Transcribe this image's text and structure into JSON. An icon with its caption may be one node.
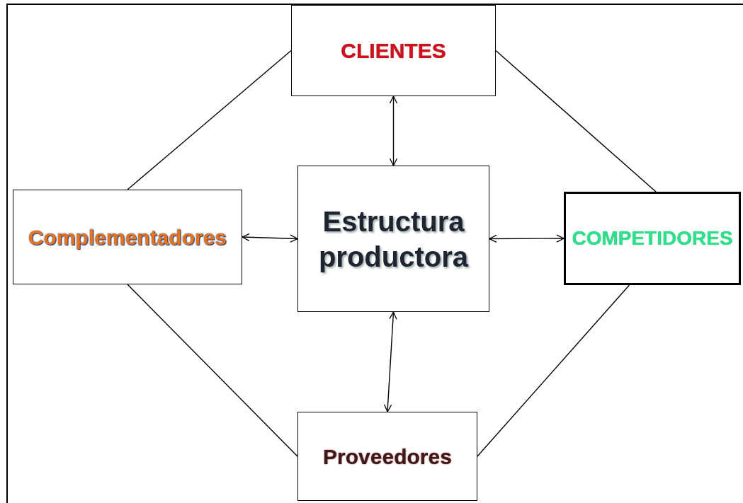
{
  "diagram": {
    "nodes": [
      {
        "text": [
          "CLIENTES"
        ]
      },
      {
        "text": [
          "Complementadores"
        ]
      },
      {
        "text": [
          "Estructura productora"
        ]
      },
      {
        "text": [
          "COMPETIDORES"
        ]
      },
      {
        "text": [
          "Proveedores"
        ]
      }
    ],
    "edges": [
      {
        "from": 2,
        "to": 0,
        "arrow": "both"
      },
      {
        "from": 1,
        "to": 2,
        "arrow": "both"
      },
      {
        "from": 2,
        "to": 3,
        "arrow": "both"
      },
      {
        "from": 2,
        "to": 4,
        "arrow": "both"
      },
      {
        "from": 0,
        "to": 1,
        "arrow": "none"
      },
      {
        "from": 0,
        "to": 3,
        "arrow": "none"
      },
      {
        "from": 1,
        "to": 4,
        "arrow": "none"
      },
      {
        "from": 3,
        "to": 4,
        "arrow": "none"
      }
    ]
  }
}
